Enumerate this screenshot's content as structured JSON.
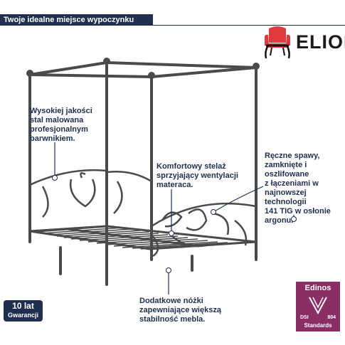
{
  "banner": {
    "text": "Twoje idealne miejsce wypoczynku"
  },
  "logo": {
    "text": "ELIOR"
  },
  "callouts": {
    "paint": [
      "Wysokiej jakości",
      "stal malowana",
      "profesjonalnym",
      "barwnikiem."
    ],
    "slats": [
      "Komfortowy stelaż",
      "sprzyjający wentylacji",
      "materaca."
    ],
    "welds": [
      "Ręczne spawy,",
      "zamknięte i",
      "oszlifowane",
      "z łączeniami w",
      "najnowszej",
      "technologii",
      "141 TIG w osłonie",
      "argonu."
    ],
    "legs": [
      "Dodatkowe nóżki",
      "zapewniające większą",
      "stabilność mebla."
    ]
  },
  "warranty": {
    "line1": "10 lat",
    "line2": "Gwarancji"
  },
  "certificate": {
    "brand": "Edinos",
    "left": "DSI",
    "right": "804",
    "footer": "Standards"
  },
  "colors": {
    "navy": "#1f2f4f",
    "frame": "#4a4a4a",
    "logo_red": "#e03a3e",
    "cert": "#8a2e66"
  }
}
